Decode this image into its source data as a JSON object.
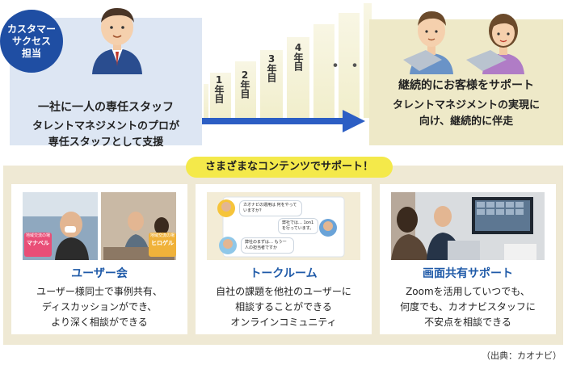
{
  "left_panel": {
    "badge_lines": [
      "カスタマー",
      "サクセス",
      "担当"
    ],
    "title": "一社に一人の専任スタッフ",
    "text_line1": "タレントマネジメントのプロが",
    "text_line2": "専任スタッフとして支援"
  },
  "steps": [
    "1年目",
    "2年目",
    "3年目",
    "4年目"
  ],
  "steps_ellipsis": "・・・",
  "right_panel": {
    "title": "継続的にお客様をサポート",
    "text_line1": "タレントマネジメントの実現に",
    "text_line2": "向け、継続的に伴走"
  },
  "banner": "さまざまなコンテンツでサポート！",
  "cards": [
    {
      "title": "ユーザー会",
      "text_lines": [
        "ユーザー様同士で事例共有、",
        "ディスカッションができ、",
        "より深く相談ができる"
      ],
      "logo_left_top": "地域交流の場",
      "logo_left": "マナベル",
      "logo_right_top": "地域交流の場",
      "logo_right": "ヒロゲル"
    },
    {
      "title": "トークルーム",
      "text_lines": [
        "自社の課題を他社のユーザーに",
        "相談することができる",
        "オンラインコミュニティ"
      ],
      "bubble1": "カオナビの運用は 何をやっていますか？",
      "bubble2": "弊社では… 1on1を行っています。",
      "bubble3": "弊社のまずは… もう一人の担当者ですか"
    },
    {
      "title": "画面共有サポート",
      "text_lines": [
        "Zoomを活用していつでも、",
        "何度でも、カオナビスタッフに",
        "不安点を相談できる"
      ]
    }
  ],
  "source": "（出典：カオナビ）",
  "colors": {
    "badge": "#1f4ea3",
    "arrow": "#2c5ec4",
    "card_title": "#1f5aa8",
    "banner": "#f4e94a",
    "left_panel": "#dde6f3",
    "right_panel": "#eee9c8",
    "bottom_panel": "#efe9d4"
  }
}
